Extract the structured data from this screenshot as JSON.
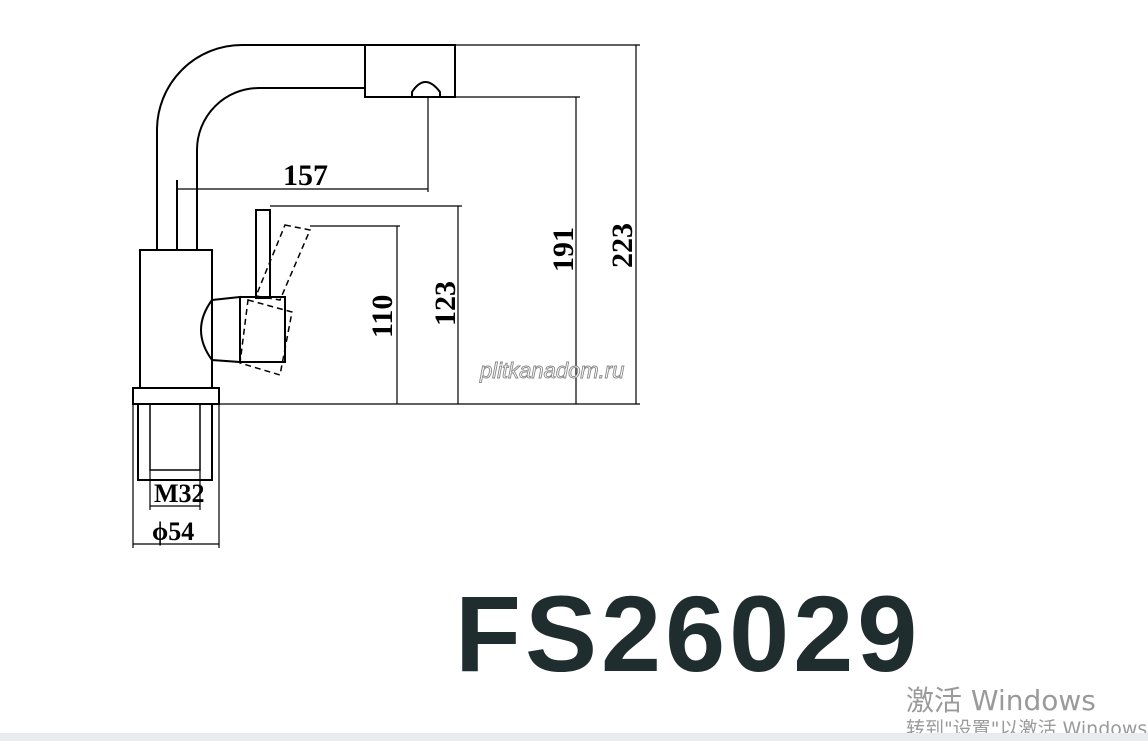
{
  "drawing": {
    "watermark": "plitkanadom.ru",
    "dimensions": {
      "spout_reach": "157",
      "handle_height": "110",
      "body_height": "123",
      "spout_clearance": "191",
      "total_height": "223",
      "thread": "M32",
      "base_diameter": "ϕ54"
    }
  },
  "model": {
    "code": "FS26029"
  },
  "os_overlay": {
    "line1": "激活 Windows",
    "line2": "转到\"设置\"以激活 Windows。"
  }
}
